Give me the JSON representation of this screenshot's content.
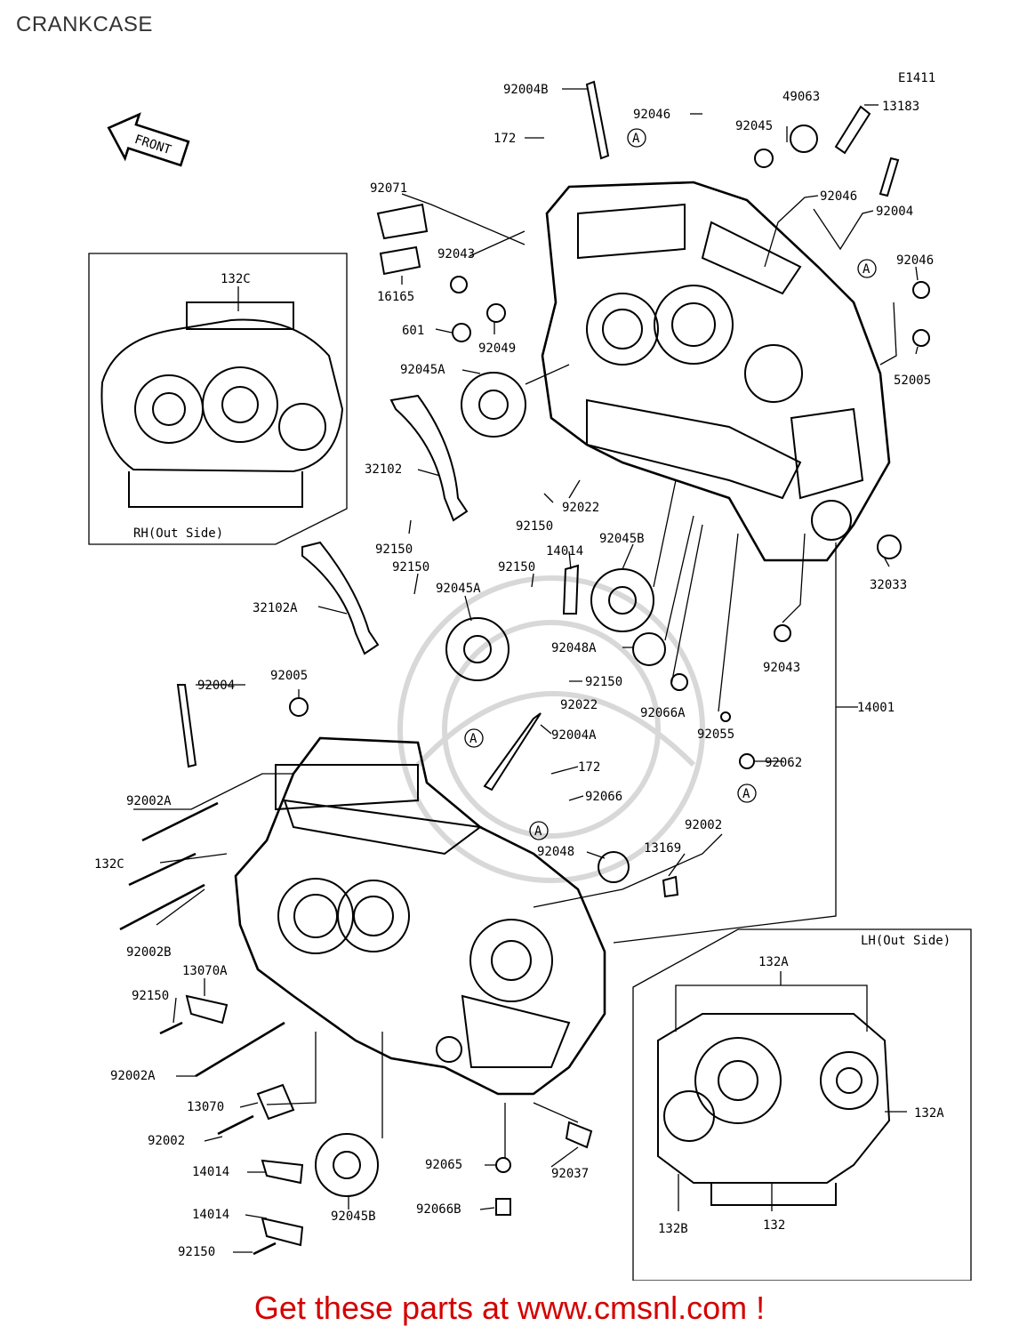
{
  "title": "CRANKCASE",
  "diagram_code": "E1411",
  "front_label": "FRONT",
  "footer": "Get these parts at www.cmsnl.com !",
  "insets": {
    "rh": {
      "caption": "RH(Out Side)",
      "label": "132C"
    },
    "lh": {
      "caption": "LH(Out Side)",
      "label_top": "132A",
      "label_right": "132A",
      "label_bottom_left": "132B",
      "label_bottom": "132"
    }
  },
  "labels": {
    "p92004B": "92004B",
    "p172_top": "172",
    "p92046_a": "92046",
    "p92045": "92045",
    "p49063": "49063",
    "p13183": "13183",
    "p92071": "92071",
    "p16165": "16165",
    "p92043_a": "92043",
    "p601": "601",
    "p92049": "92049",
    "p92045A_a": "92045A",
    "p92046_b": "92046",
    "p92004_a": "92004",
    "p92046_c": "92046",
    "p52005": "52005",
    "p32102": "32102",
    "p92022_a": "92022",
    "p92150_a": "92150",
    "p92150_b": "92150",
    "p14014_a": "14014",
    "p92045B_a": "92045B",
    "p32033": "32033",
    "p92150_c": "92150",
    "p92150_d": "92150",
    "p92045A_b": "92045A",
    "p32102A": "32102A",
    "p92048A": "92048A",
    "p92043_b": "92043",
    "p92004_b": "92004",
    "p92005": "92005",
    "p92150_e": "92150",
    "p92022_b": "92022",
    "p92066A": "92066A",
    "p14001": "14001",
    "p92004A": "92004A",
    "p92055": "92055",
    "p172_b": "172",
    "p92062": "92062",
    "p92066": "92066",
    "p92002A_a": "92002A",
    "p132C": "132C",
    "p92002B": "92002B",
    "p92002": "92002",
    "p92048": "92048",
    "p13169": "13169",
    "p13070A": "13070A",
    "p92150_f": "92150",
    "p92002A_b": "92002A",
    "p13070": "13070",
    "p92002_b": "92002",
    "p14014_b": "14014",
    "p92045B_b": "92045B",
    "p92065": "92065",
    "p92037": "92037",
    "p92066B": "92066B",
    "p14014_c": "14014",
    "p92150_g": "92150"
  },
  "markers": {
    "a": "A"
  }
}
